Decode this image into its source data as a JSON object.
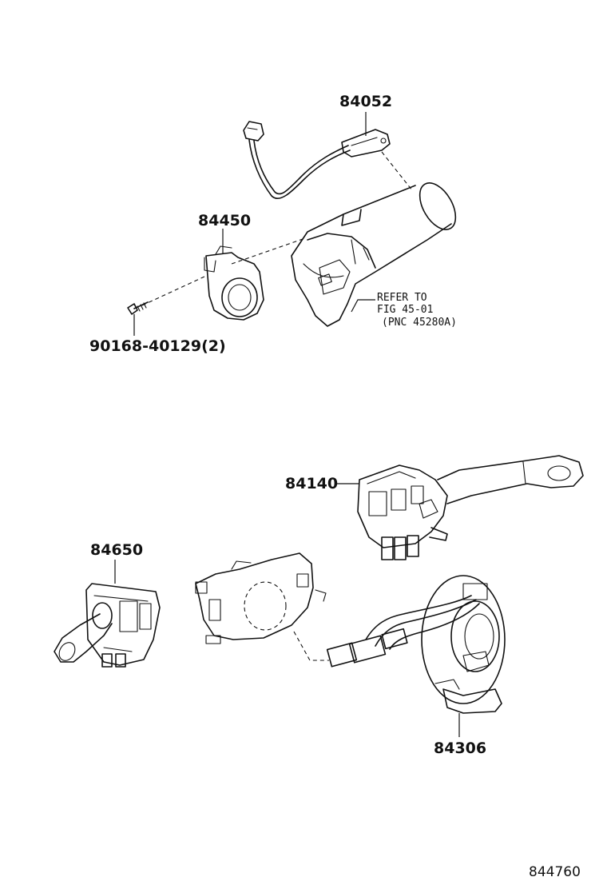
{
  "labels": {
    "part_84052": "84052",
    "part_84450": "84450",
    "part_screw": "90168-40129(2)",
    "refer_line1": "REFER TO",
    "refer_line2": "FIG 45-01",
    "refer_line3": "(PNC 45280A)",
    "part_84140": "84140",
    "part_84650": "84650",
    "part_84306": "84306",
    "figure_number": "844760"
  }
}
